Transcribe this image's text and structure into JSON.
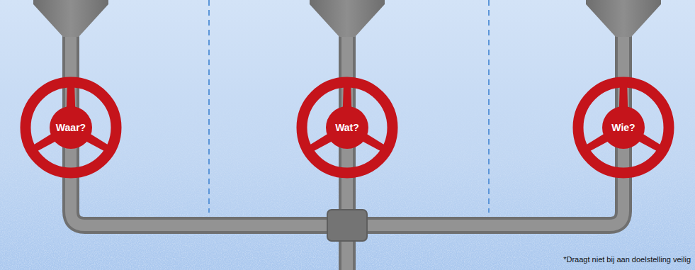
{
  "diagram": {
    "nodes": [
      {
        "text": [
          "Waar?"
        ]
      },
      {
        "text": [
          "Wat?"
        ]
      },
      {
        "text": [
          "Wie?"
        ]
      }
    ],
    "labels": [
      "*Draagt niet bij aan doelstelling veilig"
    ]
  }
}
